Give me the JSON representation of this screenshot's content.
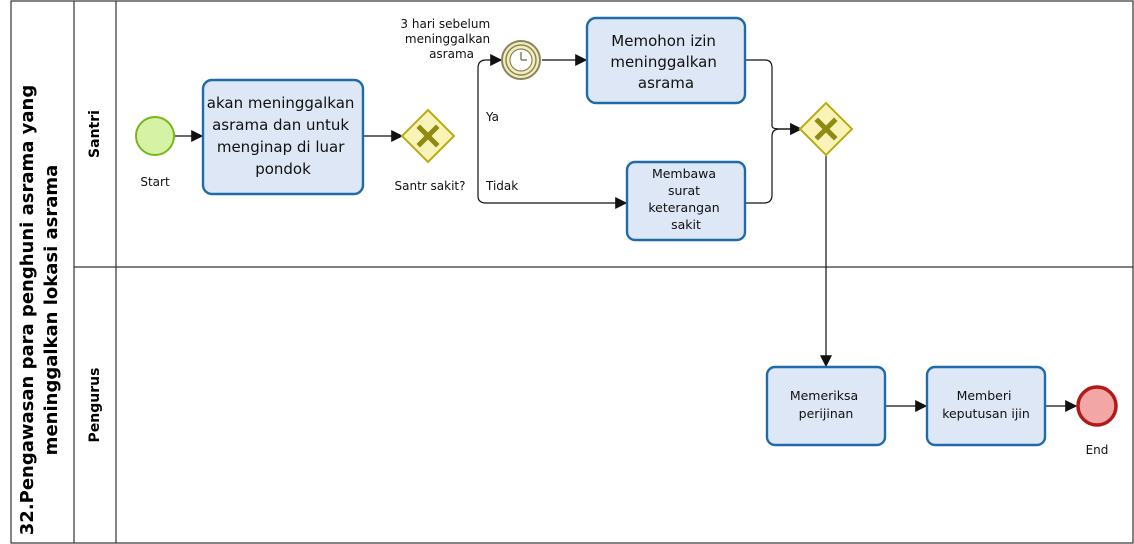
{
  "pool": {
    "title_line1": "32.Pengawasan para penghuni asrama yang",
    "title_line2": "meninggalkan lokasi asrama"
  },
  "lanes": {
    "top": "Santri",
    "bottom": "Pengurus"
  },
  "events": {
    "start": "Start",
    "end": "End",
    "timer_label": [
      "3 hari sebelum",
      "meninggalkan",
      "asrama"
    ]
  },
  "gateways": {
    "decision_label": "Santr sakit?",
    "yes_label": "Ya",
    "no_label": "Tidak"
  },
  "tasks": {
    "leave": [
      "akan meninggalkan",
      "asrama dan untuk",
      "menginap di luar",
      "pondok"
    ],
    "request_permit": [
      "Memohon izin",
      "meninggalkan",
      "asrama"
    ],
    "bring_letter": [
      "Membawa",
      "surat",
      "keterangan",
      "sakit"
    ],
    "check_permit": [
      "Memeriksa",
      "perijinan"
    ],
    "decide_permit": [
      "Memberi",
      "keputusan ijin"
    ]
  },
  "colors": {
    "task_fill": "#dde7f5",
    "task_border": "#1f6aa8",
    "start_fill": "#d6f2a4",
    "start_border": "#79b61e",
    "gateway_fill": "#f9f3b8",
    "gateway_border": "#b8ad14",
    "gateway_x": "#8f8a12",
    "end_fill": "#f2a6a6",
    "end_border": "#b41919",
    "timer_fill": "#f3efb8",
    "timer_border": "#8a8460"
  }
}
